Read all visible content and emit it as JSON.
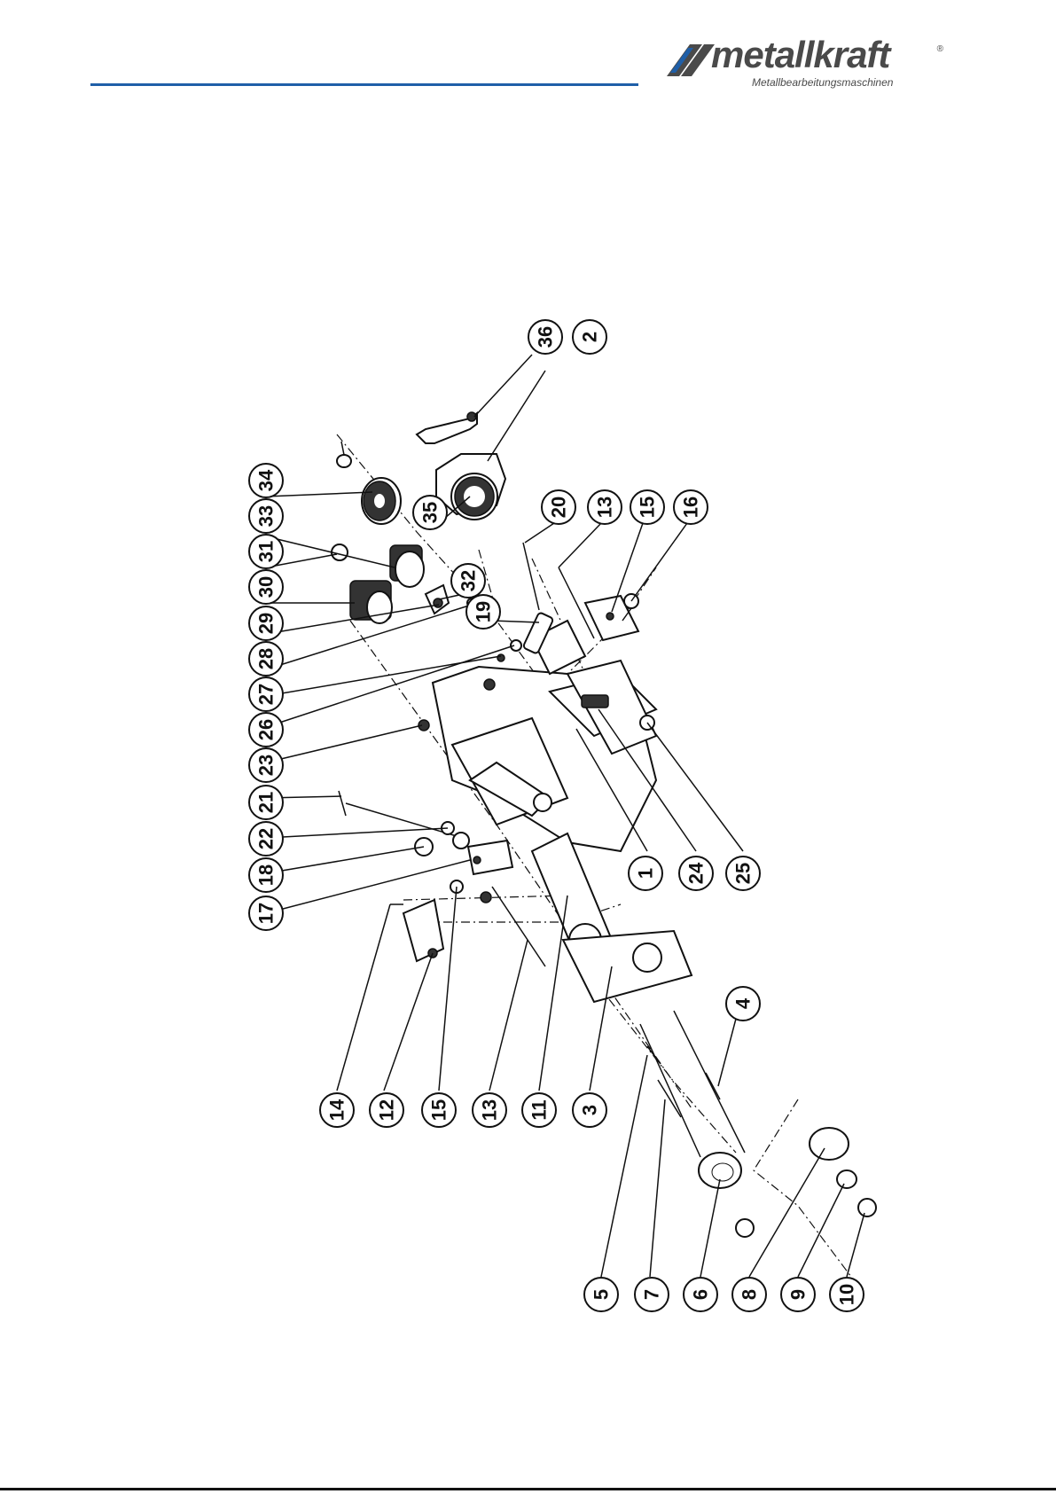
{
  "header": {
    "rule_color": "#1f5fa8",
    "logo": {
      "wordmark": "metallkraft",
      "registered": "®",
      "tagline": "Metallbearbeitungsmaschinen",
      "colors": {
        "text": "#4a4a4a",
        "accent": "#1f5fa8"
      }
    }
  },
  "diagram": {
    "callouts": [
      {
        "id": "36",
        "label": "36"
      },
      {
        "id": "2",
        "label": "2"
      },
      {
        "id": "34",
        "label": "34"
      },
      {
        "id": "33",
        "label": "33"
      },
      {
        "id": "31",
        "label": "31"
      },
      {
        "id": "30",
        "label": "30"
      },
      {
        "id": "29",
        "label": "29"
      },
      {
        "id": "28",
        "label": "28"
      },
      {
        "id": "27",
        "label": "27"
      },
      {
        "id": "26",
        "label": "26"
      },
      {
        "id": "23",
        "label": "23"
      },
      {
        "id": "21",
        "label": "21"
      },
      {
        "id": "22",
        "label": "22"
      },
      {
        "id": "18",
        "label": "18"
      },
      {
        "id": "17",
        "label": "17"
      },
      {
        "id": "35",
        "label": "35"
      },
      {
        "id": "32",
        "label": "32"
      },
      {
        "id": "19",
        "label": "19"
      },
      {
        "id": "20",
        "label": "20"
      },
      {
        "id": "13a",
        "label": "13"
      },
      {
        "id": "15a",
        "label": "15"
      },
      {
        "id": "16",
        "label": "16"
      },
      {
        "id": "1",
        "label": "1"
      },
      {
        "id": "24",
        "label": "24"
      },
      {
        "id": "25",
        "label": "25"
      },
      {
        "id": "14",
        "label": "14"
      },
      {
        "id": "12",
        "label": "12"
      },
      {
        "id": "15b",
        "label": "15"
      },
      {
        "id": "13b",
        "label": "13"
      },
      {
        "id": "11",
        "label": "11"
      },
      {
        "id": "3",
        "label": "3"
      },
      {
        "id": "4",
        "label": "4"
      },
      {
        "id": "5",
        "label": "5"
      },
      {
        "id": "7",
        "label": "7"
      },
      {
        "id": "6",
        "label": "6"
      },
      {
        "id": "8",
        "label": "8"
      },
      {
        "id": "9",
        "label": "9"
      },
      {
        "id": "10",
        "label": "10"
      }
    ]
  }
}
